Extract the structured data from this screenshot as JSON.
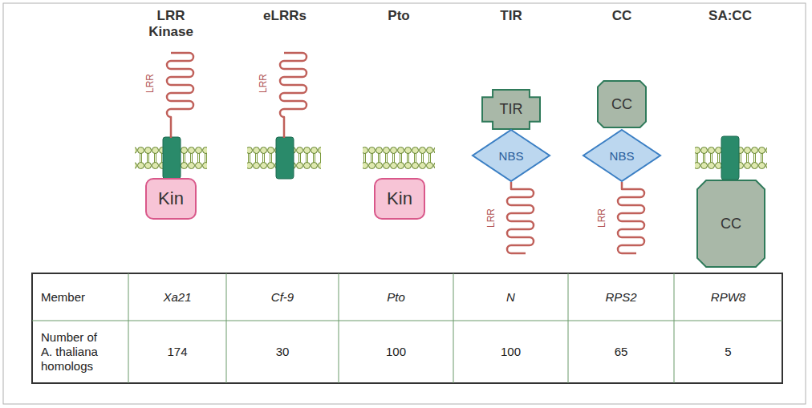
{
  "diagram": {
    "nodes": [
      {
        "text": [
          "Kin"
        ]
      },
      {
        "text": [
          "Kin"
        ]
      },
      {
        "text": [
          "TIR"
        ]
      },
      {
        "text": [
          "NBS"
        ]
      },
      {
        "text": [
          "CC"
        ]
      },
      {
        "text": [
          "NBS"
        ]
      },
      {
        "text": [
          "CC"
        ]
      }
    ],
    "labels": [
      "LRR Kinase",
      "eLRRs",
      "Pto",
      "TIR",
      "CC",
      "SA:CC",
      "LRR",
      "LRR",
      "LRR",
      "LRR",
      "Member",
      "Xa21",
      "Cf-9",
      "Pto",
      "N",
      "RPS2",
      "RPW8",
      "Number of A. thaliana homologs",
      "174",
      "30",
      "100",
      "100",
      "65",
      "5"
    ]
  }
}
